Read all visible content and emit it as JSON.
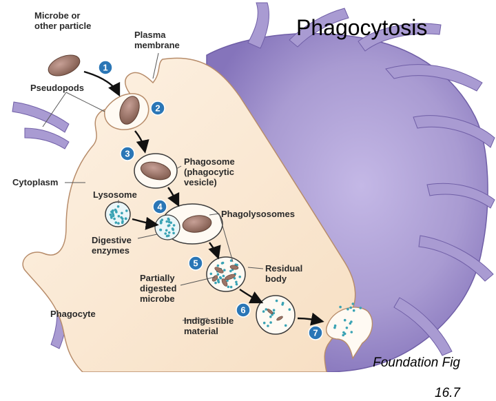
{
  "title": "Phagocytosis",
  "caption": {
    "line1": "Foundation Fig",
    "line2": "16.7"
  },
  "labels": {
    "microbe": "Microbe or\nother particle",
    "plasma_membrane": "Plasma\nmembrane",
    "pseudopods": "Pseudopods",
    "cytoplasm": "Cytoplasm",
    "phagosome": "Phagosome\n(phagocytic\nvesicle)",
    "lysosome": "Lysosome",
    "phagolysosomes": "Phagolysosomes",
    "digestive_enzymes": "Digestive\nenzymes",
    "residual_body": "Residual\nbody",
    "partially_digested": "Partially\ndigested\nmicrobe",
    "phagocyte": "Phagocyte",
    "indigestible": "Indigestible\nmaterial"
  },
  "steps": [
    "1",
    "2",
    "3",
    "4",
    "5",
    "6",
    "7"
  ],
  "colors": {
    "cell_purple": "#a99bd2",
    "cell_purple_dark": "#7e6cb3",
    "cytoplasm_cream": "#fbe8d2",
    "microbe_brown": "#9c7466",
    "enzyme_teal": "#3aa3b4",
    "step_badge": "#2a76b6"
  }
}
